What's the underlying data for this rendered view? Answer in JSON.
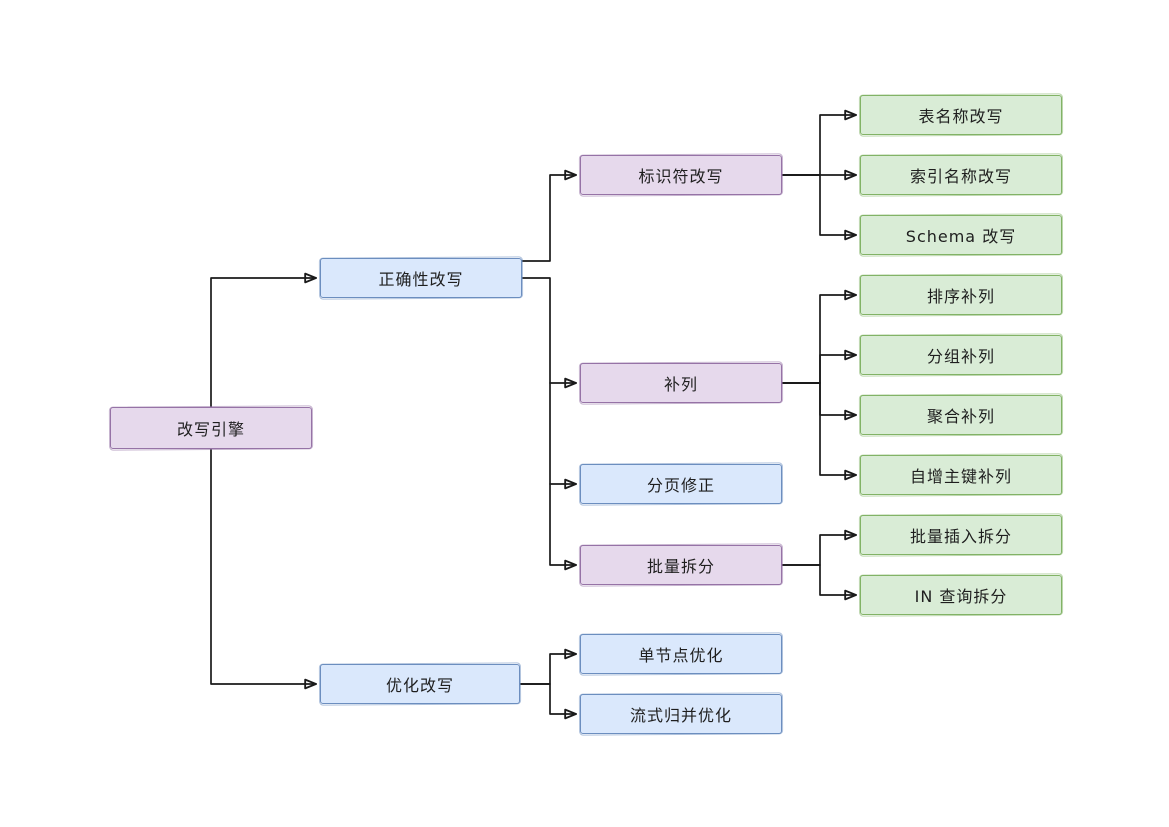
{
  "palette": {
    "purple_fill": "#e6d9ec",
    "purple_stroke": "#9673a6",
    "blue_fill": "#dae8fc",
    "blue_stroke": "#6c8ebf",
    "green_fill": "#d9ecd6",
    "green_stroke": "#82b366",
    "connector": "#1a1a1a",
    "background": "#ffffff"
  },
  "nodes": [
    {
      "id": "root",
      "label": "改写引擎",
      "color": "purple"
    },
    {
      "id": "correctness-rewrite",
      "label": "正确性改写",
      "color": "blue"
    },
    {
      "id": "identifier-rewrite",
      "label": "标识符改写",
      "color": "purple"
    },
    {
      "id": "table-name-rewrite",
      "label": "表名称改写",
      "color": "green"
    },
    {
      "id": "index-name-rewrite",
      "label": "索引名称改写",
      "color": "green"
    },
    {
      "id": "schema-rewrite",
      "label": "Schema 改写",
      "color": "green"
    },
    {
      "id": "column-completion",
      "label": "补列",
      "color": "purple"
    },
    {
      "id": "order-by-completion",
      "label": "排序补列",
      "color": "green"
    },
    {
      "id": "group-by-completion",
      "label": "分组补列",
      "color": "green"
    },
    {
      "id": "aggregation-completion",
      "label": "聚合补列",
      "color": "green"
    },
    {
      "id": "auto-increment-key-completion",
      "label": "自增主键补列",
      "color": "green"
    },
    {
      "id": "pagination-correction",
      "label": "分页修正",
      "color": "blue"
    },
    {
      "id": "batch-split",
      "label": "批量拆分",
      "color": "purple"
    },
    {
      "id": "batch-insert-split",
      "label": "批量插入拆分",
      "color": "green"
    },
    {
      "id": "in-query-split",
      "label": "IN 查询拆分",
      "color": "green"
    },
    {
      "id": "optimization-rewrite",
      "label": "优化改写",
      "color": "blue"
    },
    {
      "id": "single-node-optimization",
      "label": "单节点优化",
      "color": "blue"
    },
    {
      "id": "stream-merge-optimization",
      "label": "流式归并优化",
      "color": "blue"
    }
  ],
  "edges": [
    {
      "from": "root",
      "to": "correctness-rewrite"
    },
    {
      "from": "root",
      "to": "optimization-rewrite"
    },
    {
      "from": "correctness-rewrite",
      "to": "identifier-rewrite"
    },
    {
      "from": "correctness-rewrite",
      "to": "column-completion"
    },
    {
      "from": "correctness-rewrite",
      "to": "pagination-correction"
    },
    {
      "from": "correctness-rewrite",
      "to": "batch-split"
    },
    {
      "from": "identifier-rewrite",
      "to": "table-name-rewrite"
    },
    {
      "from": "identifier-rewrite",
      "to": "index-name-rewrite"
    },
    {
      "from": "identifier-rewrite",
      "to": "schema-rewrite"
    },
    {
      "from": "column-completion",
      "to": "order-by-completion"
    },
    {
      "from": "column-completion",
      "to": "group-by-completion"
    },
    {
      "from": "column-completion",
      "to": "aggregation-completion"
    },
    {
      "from": "column-completion",
      "to": "auto-increment-key-completion"
    },
    {
      "from": "batch-split",
      "to": "batch-insert-split"
    },
    {
      "from": "batch-split",
      "to": "in-query-split"
    },
    {
      "from": "optimization-rewrite",
      "to": "single-node-optimization"
    },
    {
      "from": "optimization-rewrite",
      "to": "stream-merge-optimization"
    }
  ]
}
